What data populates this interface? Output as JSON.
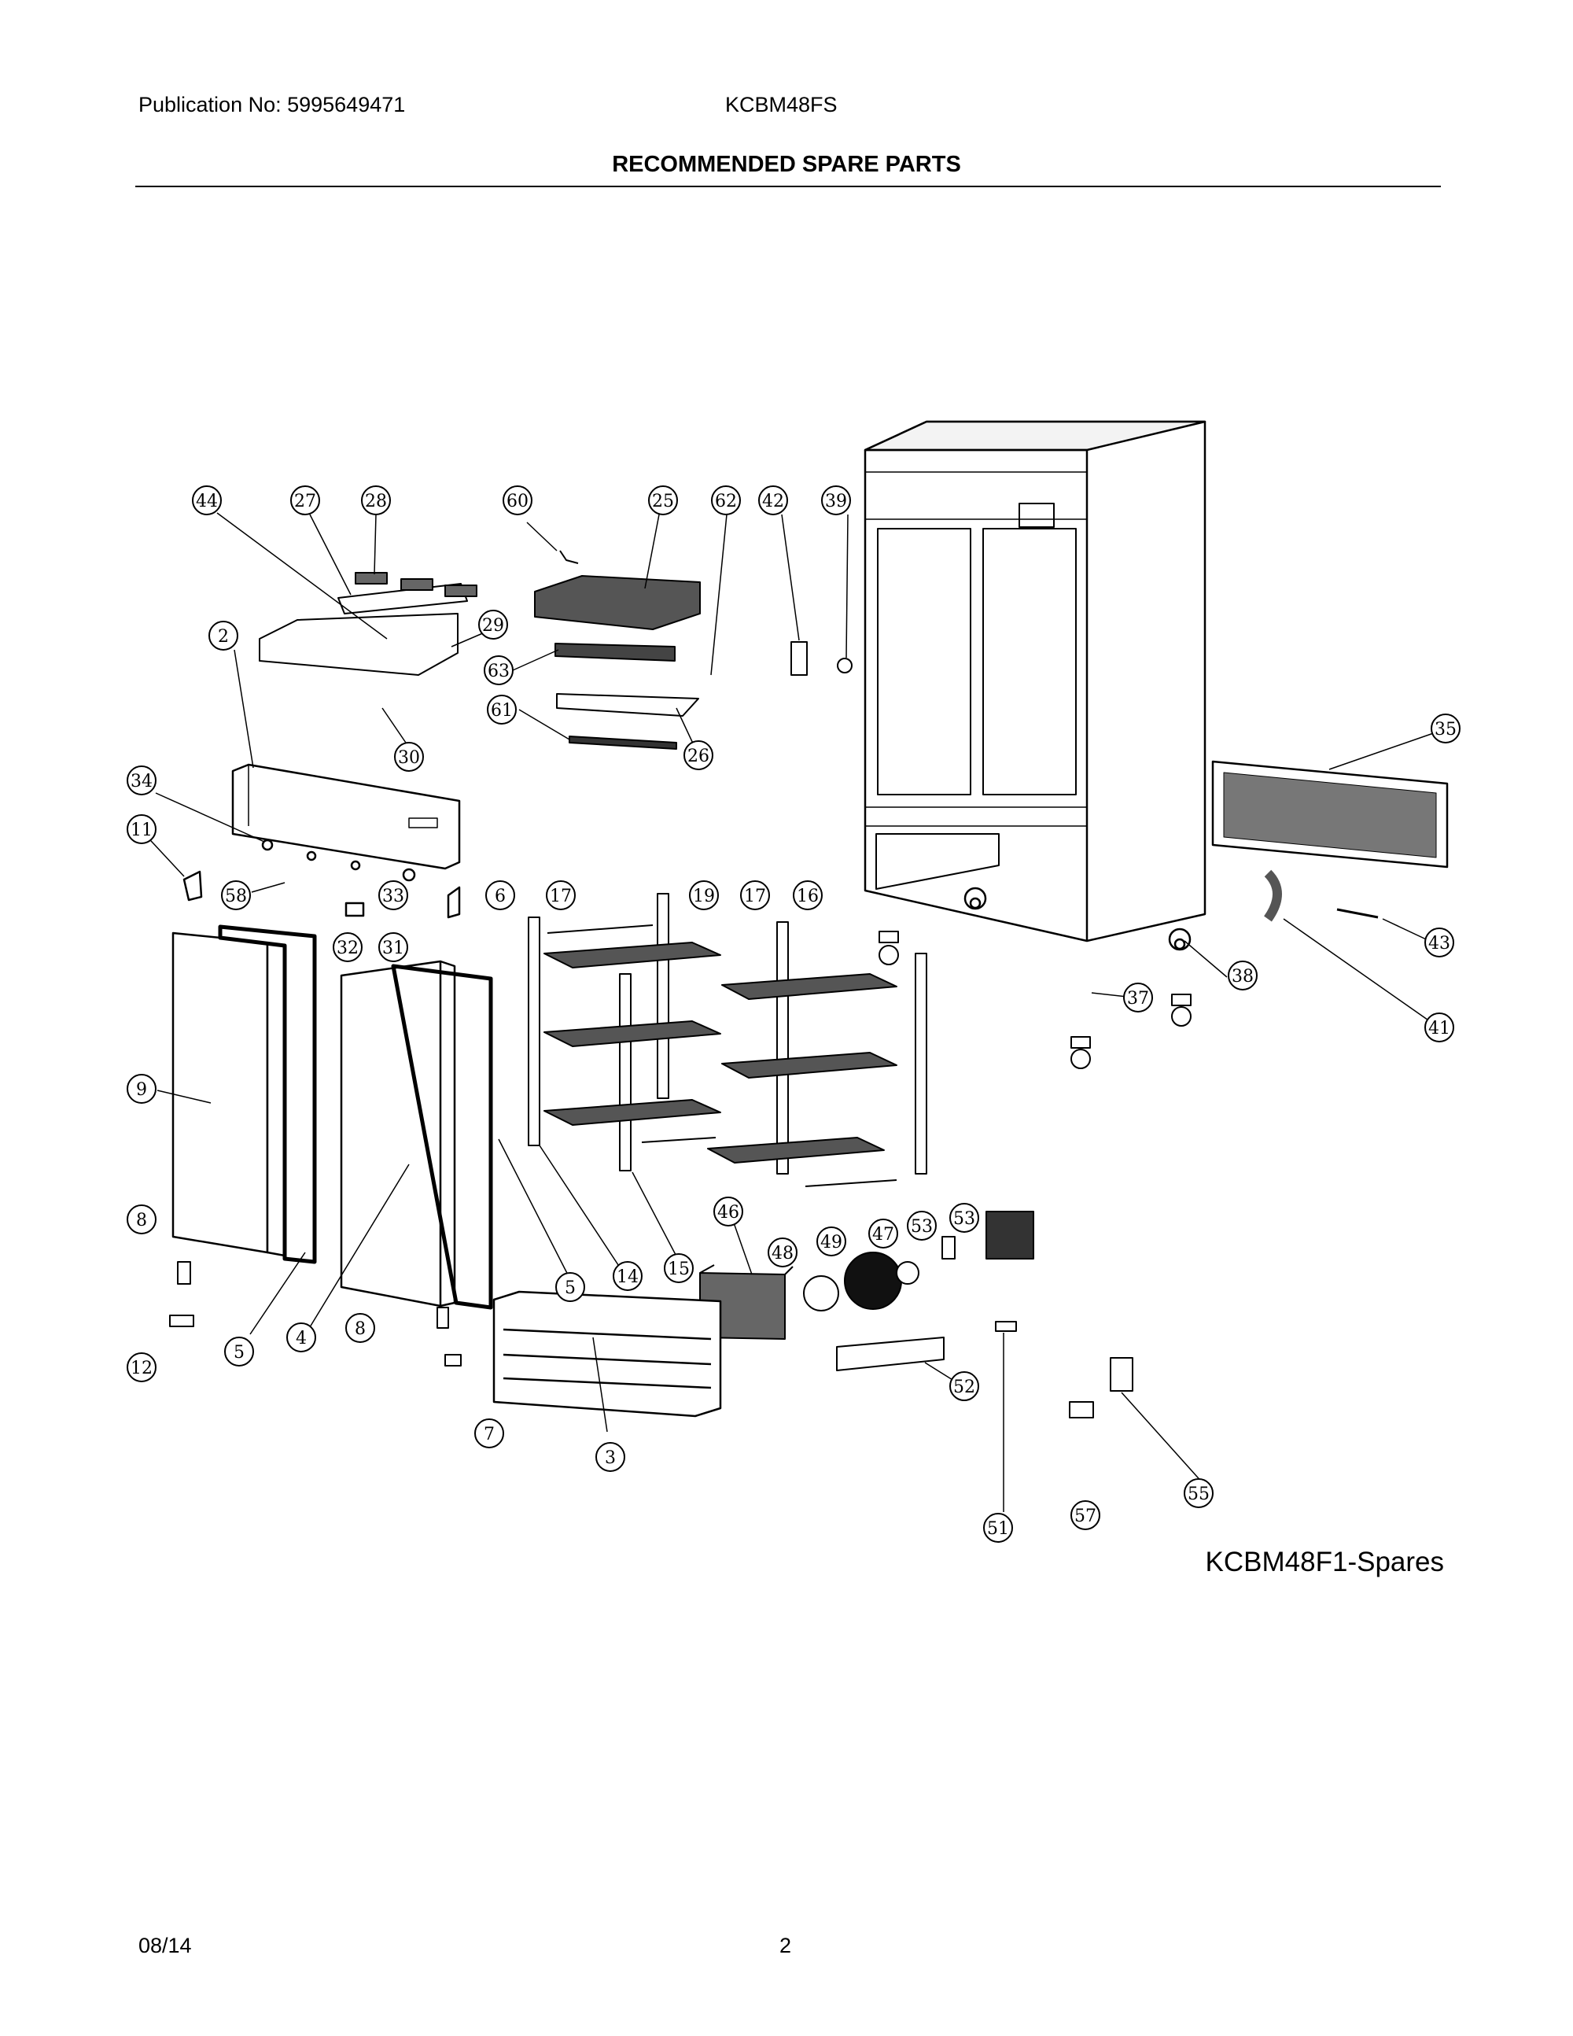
{
  "header": {
    "publication": "Publication No: 5995649471",
    "model": "KCBM48FS",
    "title": "RECOMMENDED SPARE PARTS"
  },
  "diagram": {
    "name": "KCBM48F1-Spares",
    "callouts": [
      "44",
      "27",
      "28",
      "60",
      "25",
      "62",
      "42",
      "39",
      "2",
      "29",
      "63",
      "61",
      "26",
      "30",
      "35",
      "34",
      "11",
      "58",
      "33",
      "6",
      "32",
      "31",
      "17",
      "19",
      "17",
      "16",
      "43",
      "38",
      "37",
      "41",
      "9",
      "14",
      "15",
      "5",
      "46",
      "48",
      "49",
      "47",
      "53",
      "53",
      "8",
      "5",
      "4",
      "12",
      "8",
      "7",
      "3",
      "52",
      "51",
      "57",
      "55"
    ]
  },
  "footer": {
    "date": "08/14",
    "page": "2"
  }
}
